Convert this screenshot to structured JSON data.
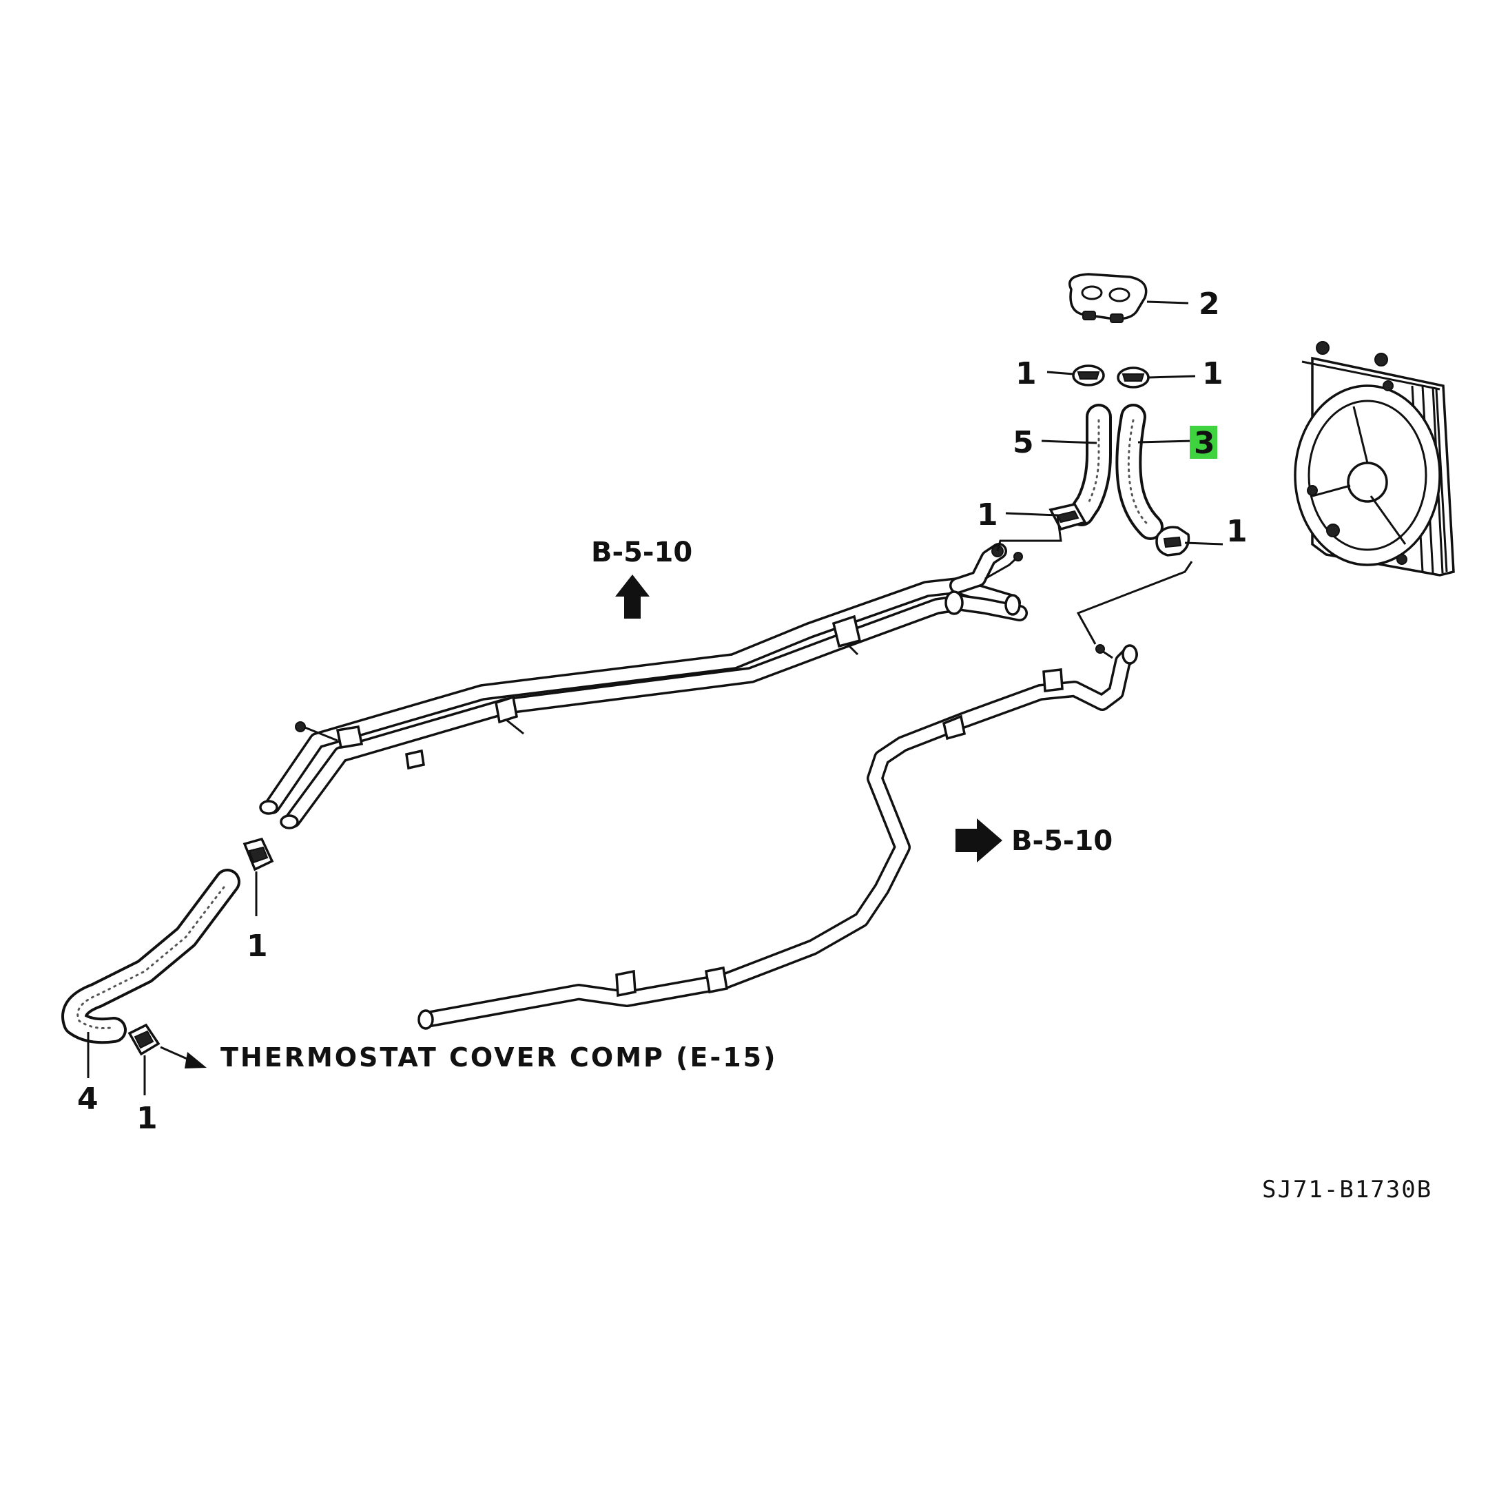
{
  "callouts": {
    "part_2": "2",
    "part_1_top_left": "1",
    "part_1_top_right": "1",
    "part_5": "5",
    "part_3": "3",
    "part_1_mid_left": "1",
    "part_1_mid_right": "1",
    "part_1_lower": "1",
    "part_4": "4",
    "part_1_bottom": "1"
  },
  "references": {
    "ref_up": "B-5-10",
    "ref_right": "B-5-10"
  },
  "note": "THERMOSTAT  COVER COMP (E-15)",
  "diagram_code": "SJ71-B1730B",
  "colors": {
    "highlight": "#3fd33f",
    "line": "#111111",
    "background": "#ffffff"
  }
}
